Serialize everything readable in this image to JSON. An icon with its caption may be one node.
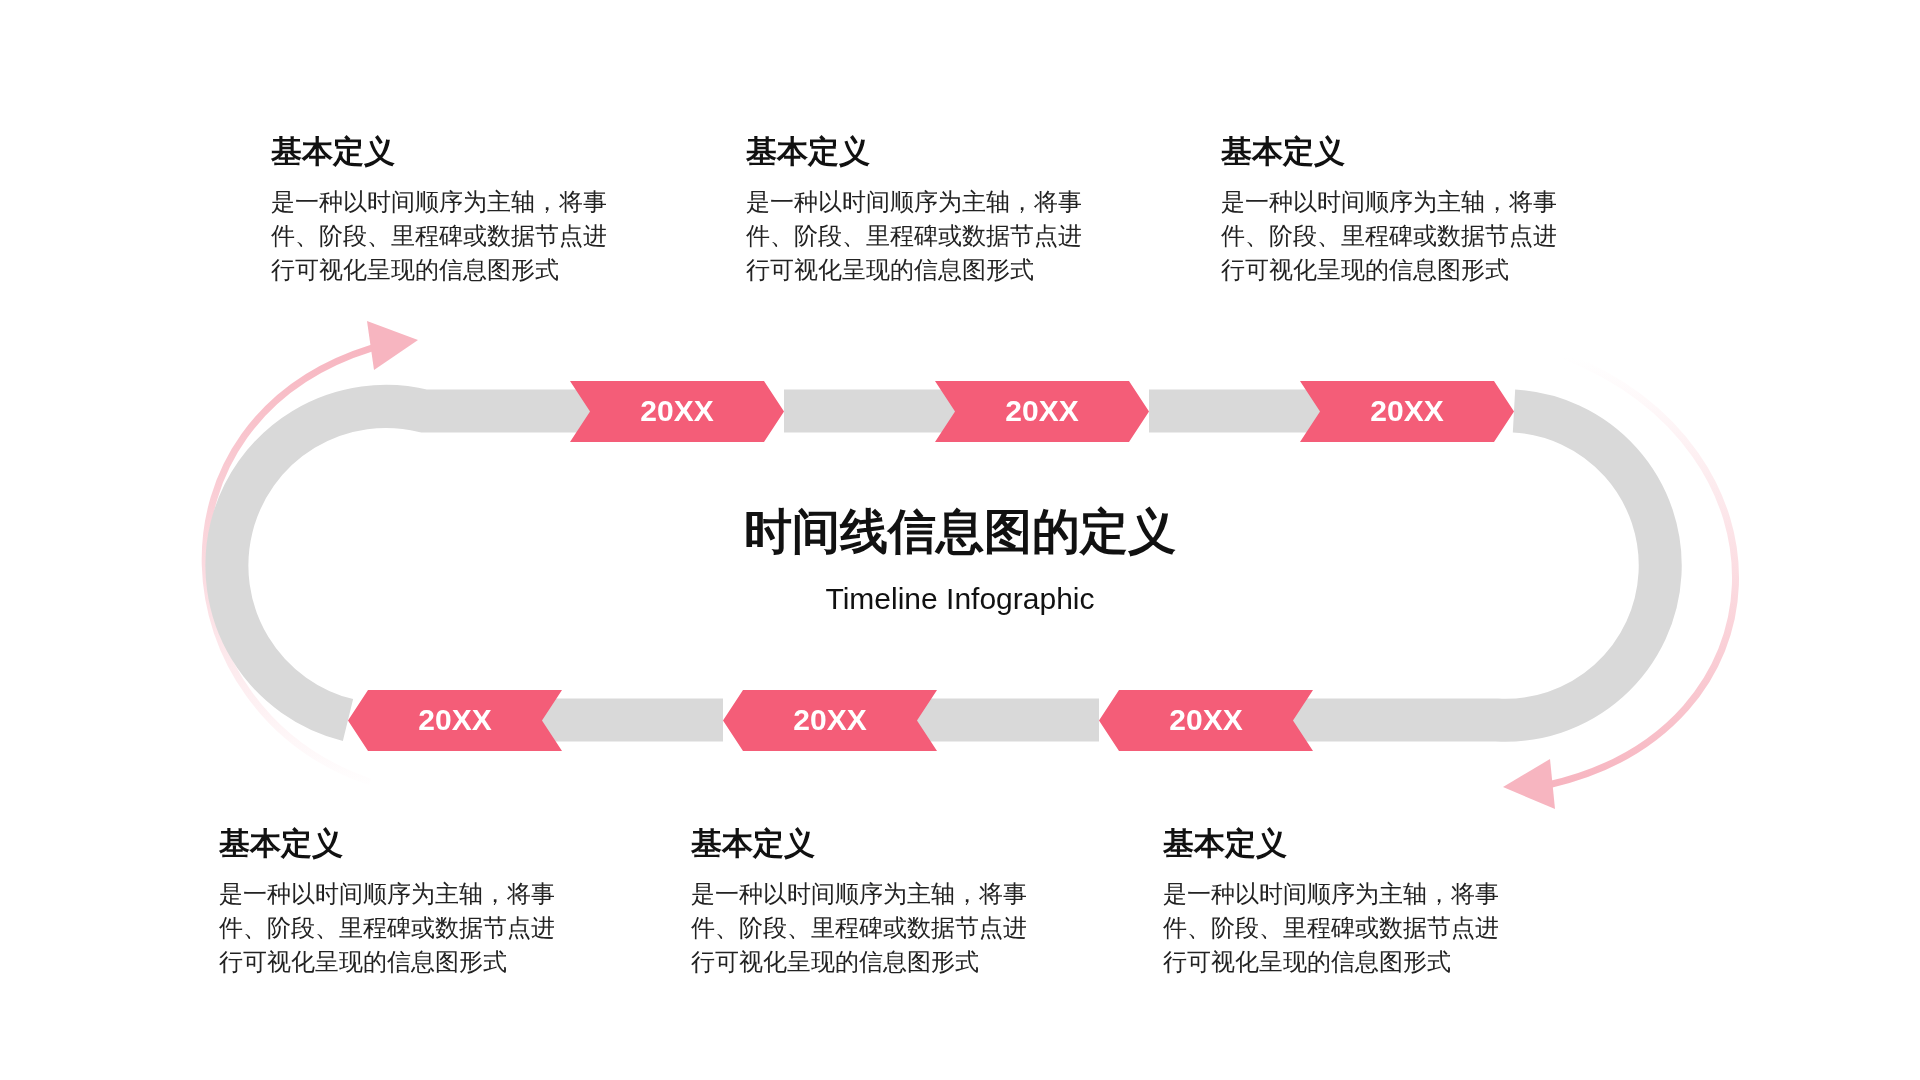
{
  "diagram": {
    "title": "时间线信息图的定义",
    "nodes": [
      {
        "text": [
          "20XX"
        ],
        "beside": [
          "基本定义",
          "是一种以时间顺序为主轴，将事件、阶段、里程碑或数据节点进行可视化呈现的信息图形式"
        ]
      },
      {
        "text": [
          "20XX"
        ],
        "beside": [
          "基本定义",
          "是一种以时间顺序为主轴，将事件、阶段、里程碑或数据节点进行可视化呈现的信息图形式"
        ]
      },
      {
        "text": [
          "20XX"
        ],
        "beside": [
          "基本定义",
          "是一种以时间顺序为主轴，将事件、阶段、里程碑或数据节点进行可视化呈现的信息图形式"
        ]
      },
      {
        "text": [
          "20XX"
        ],
        "beside": [
          "基本定义",
          "是一种以时间顺序为主轴，将事件、阶段、里程碑或数据节点进行可视化呈现的信息图形式"
        ]
      },
      {
        "text": [
          "20XX"
        ],
        "beside": [
          "基本定义",
          "是一种以时间顺序为主轴，将事件、阶段、里程碑或数据节点进行可视化呈现的信息图形式"
        ]
      },
      {
        "text": [
          "20XX"
        ],
        "beside": [
          "基本定义",
          "是一种以时间顺序为主轴，将事件、阶段、里程碑或数据节点进行可视化呈现的信息图形式"
        ]
      }
    ],
    "edges": [
      {
        "from": 0,
        "to": 1,
        "arrow": "none"
      },
      {
        "from": 1,
        "to": 2,
        "arrow": "none"
      },
      {
        "from": 2,
        "to": 5,
        "arrow": "none"
      },
      {
        "from": 5,
        "to": 4,
        "arrow": "none"
      },
      {
        "from": 4,
        "to": 3,
        "arrow": "none"
      },
      {
        "from": 3,
        "to": 0,
        "arrow": "none"
      }
    ],
    "labels": [
      "Timeline Infographic"
    ]
  }
}
